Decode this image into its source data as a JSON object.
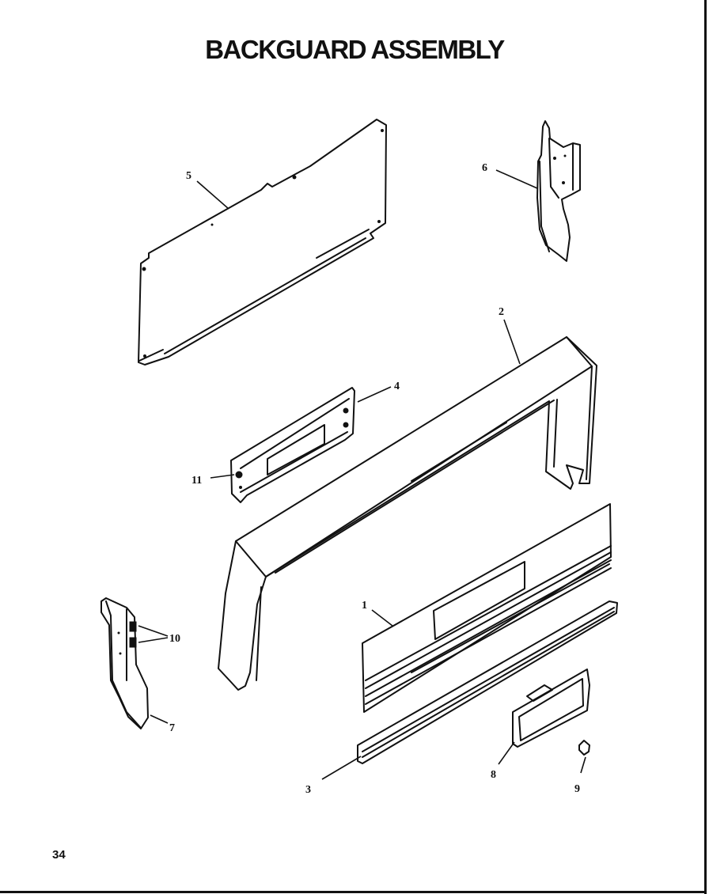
{
  "title": "BACKGUARD ASSEMBLY",
  "page_number": "34",
  "callouts": {
    "p1": "1",
    "p2": "2",
    "p3": "3",
    "p4": "4",
    "p5": "5",
    "p6": "6",
    "p7": "7",
    "p8": "8",
    "p9": "9",
    "p10": "10",
    "p11": "11"
  }
}
